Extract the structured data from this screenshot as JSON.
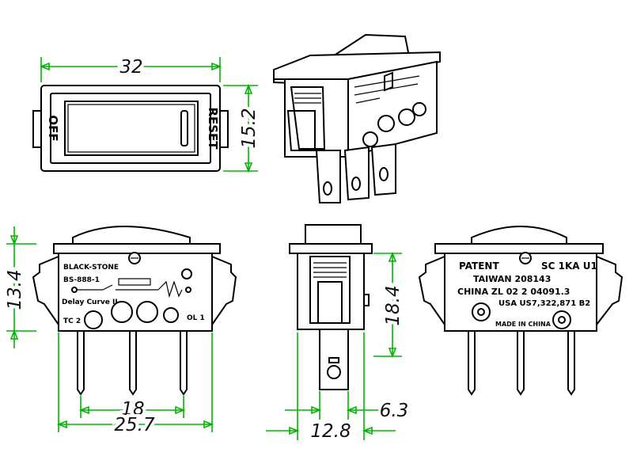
{
  "front_view": {
    "off_label": "OFF",
    "reset_label": "RESET",
    "width_dim": "32",
    "height_dim": "15.2"
  },
  "side_left": {
    "brand": "BLACK-STONE",
    "model": "BS-888-1",
    "curve": "Delay Curve II",
    "tc": "TC 2",
    "ol": "OL 1",
    "height_dim": "13.4",
    "pin_spacing_dim": "18",
    "overall_width_dim": "25.7"
  },
  "end_view": {
    "height_dim": "18.4",
    "terminal_width_dim": "6.3",
    "body_width_dim": "12.8"
  },
  "side_right": {
    "patent": "PATENT",
    "model_code": "SC 1KA U1",
    "taiwan": "TAIWAN 208143",
    "china": "CHINA ZL 02 2 04091.3",
    "usa": "USA US7,322,871 B2",
    "made_in": "MADE IN CHINA"
  }
}
